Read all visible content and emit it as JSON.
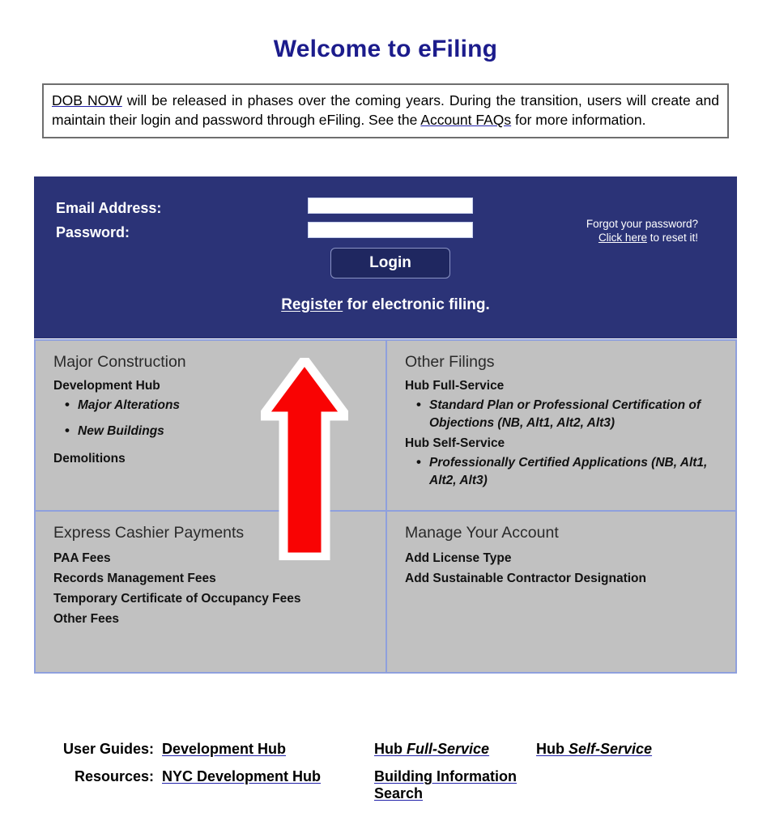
{
  "page": {
    "title": "Welcome to eFiling"
  },
  "notice": {
    "link_dob_now": "DOB NOW",
    "text_part1": " will be released in phases over the coming years. During the transition, users will create and maintain their login and password through eFiling. See the ",
    "link_account_faqs": "Account FAQs",
    "text_part2": " for more information."
  },
  "login": {
    "email_label": "Email Address:",
    "password_label": "Password:",
    "email_value": "",
    "password_value": "",
    "email_placeholder": "",
    "password_placeholder": "",
    "login_button": "Login",
    "forgot_line1": "Forgot your password?",
    "forgot_link": "Click here",
    "forgot_line2_tail": " to reset it!",
    "register_link": "Register",
    "register_tail": " for electronic filing.",
    "panel_color": "#2b3377",
    "button_color": "#1f2760"
  },
  "quadrants": {
    "major_construction": {
      "title": "Major Construction",
      "subheading": "Development Hub",
      "bullets": [
        "Major Alterations",
        "New Buildings"
      ],
      "plain_items": [
        "Demolitions"
      ]
    },
    "other_filings": {
      "title": "Other Filings",
      "group1_heading": "Hub Full-Service",
      "group1_bullets": [
        "Standard Plan or Professional Certification of Objections (NB, Alt1, Alt2, Alt3)"
      ],
      "group2_heading": "Hub Self-Service",
      "group2_bullets": [
        "Professionally Certified Applications (NB, Alt1, Alt2, Alt3)"
      ]
    },
    "express_cashier_payments": {
      "title": "Express Cashier Payments",
      "items": [
        "PAA Fees",
        "Records Management Fees",
        "Temporary Certificate of Occupancy Fees",
        "Other Fees"
      ]
    },
    "manage_your_account": {
      "title": "Manage Your Account",
      "items": [
        "Add License Type",
        "Add Sustainable Contractor Designation"
      ]
    }
  },
  "annotation": {
    "arrow": "up-arrow-annotation",
    "fill_color": "#f90303",
    "outline_color": "#ffffff"
  },
  "footer": {
    "row1_label": "User Guides:",
    "row1_link1": "Development Hub",
    "row1_link2_prefix": "Hub ",
    "row1_link2_italic": "Full-Service",
    "row1_link3_prefix": "Hub ",
    "row1_link3_italic": "Self-Service",
    "row2_label": "Resources:",
    "row2_link1": "NYC Development Hub",
    "row2_link2": "Building Information Search"
  }
}
